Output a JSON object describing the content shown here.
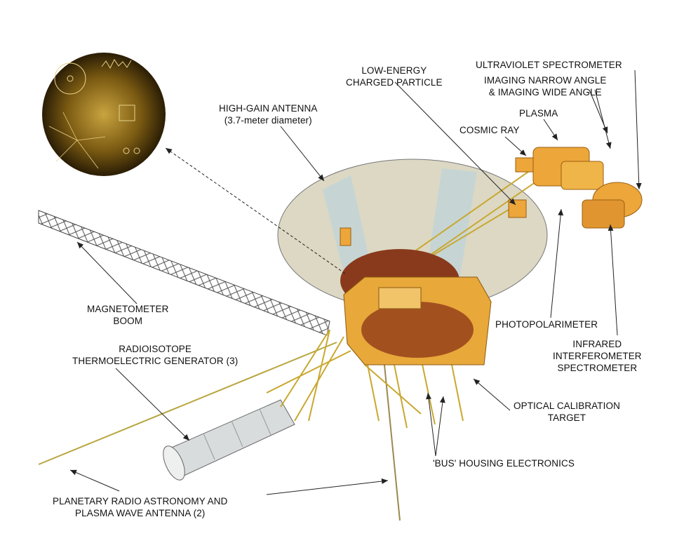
{
  "labels": {
    "lecp": [
      "LOW-ENERGY",
      "CHARGED PARTICLE"
    ],
    "uvs": "ULTRAVIOLET SPECTROMETER",
    "imaging": [
      "IMAGING NARROW ANGLE",
      "& IMAGING WIDE ANGLE"
    ],
    "plasma": "PLASMA",
    "cosmic_ray": "COSMIC RAY",
    "hga": [
      "HIGH-GAIN ANTENNA",
      "(3.7-meter diameter)"
    ],
    "mag": [
      "MAGNETOMETER",
      "BOOM"
    ],
    "rtg": [
      "RADIOISOTOPE",
      "THERMOELECTRIC GENERATOR (3)"
    ],
    "ppol": "PHOTOPOLARIMETER",
    "iris": [
      "INFRARED",
      "INTERFEROMETER",
      "SPECTROMETER"
    ],
    "oct": [
      "OPTICAL CALIBRATION",
      "TARGET"
    ],
    "bus": "'BUS' HOUSING ELECTRONICS",
    "pra": [
      "PLANETARY RADIO ASTRONOMY AND",
      "PLASMA WAVE ANTENNA (2)"
    ]
  },
  "colors": {
    "gold": "#e8a83a",
    "bus_brown": "#8a3a1c",
    "dish": "#dcd8c4",
    "record": "#5a4410"
  }
}
